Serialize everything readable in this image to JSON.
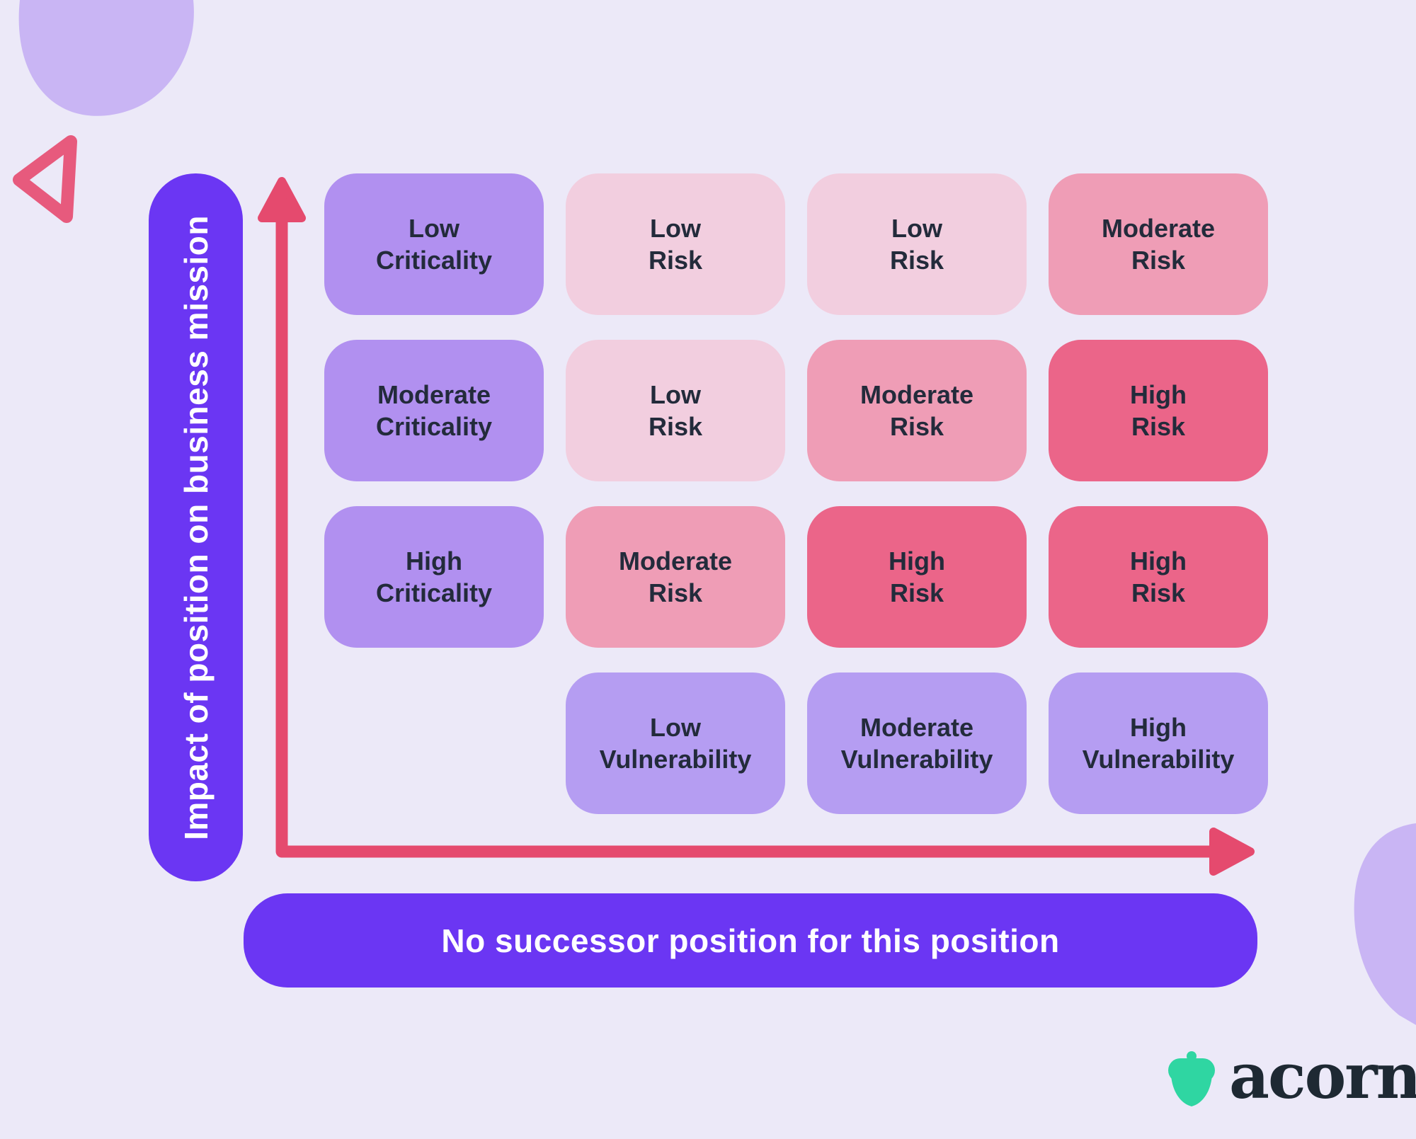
{
  "colors": {
    "background": "#ECE9F8",
    "blob": "#C9B5F4",
    "triangle_outline": "#E75A7D",
    "axis_bar": "#6B36F3",
    "axis_bar_text": "#FFFFFF",
    "arrow": "#E54A6E",
    "cell_text": "#232B3B",
    "criticality": "#B190F0",
    "risk_low": "#F2CEDF",
    "risk_moderate": "#EF9DB6",
    "risk_high": "#EB6589",
    "vulnerability": "#B59DF2",
    "logo_green": "#2FD6A2",
    "logo_text": "#1E2933"
  },
  "y_axis": {
    "label": "Impact of position on business mission"
  },
  "footer_bar": {
    "label": "No successor position for this position"
  },
  "logo": {
    "text": "acorn",
    "icon": "acorn-icon"
  },
  "matrix": {
    "rows": [
      {
        "cells": [
          {
            "text": "Low\nCriticality",
            "variant": "criticality"
          },
          {
            "text": "Low\nRisk",
            "variant": "risk-low"
          },
          {
            "text": "Low\nRisk",
            "variant": "risk-low"
          },
          {
            "text": "Moderate\nRisk",
            "variant": "risk-moderate"
          }
        ]
      },
      {
        "cells": [
          {
            "text": "Moderate\nCriticality",
            "variant": "criticality"
          },
          {
            "text": "Low\nRisk",
            "variant": "risk-low"
          },
          {
            "text": "Moderate\nRisk",
            "variant": "risk-moderate"
          },
          {
            "text": "High\nRisk",
            "variant": "risk-high"
          }
        ]
      },
      {
        "cells": [
          {
            "text": "High\nCriticality",
            "variant": "criticality"
          },
          {
            "text": "Moderate\nRisk",
            "variant": "risk-moderate"
          },
          {
            "text": "High\nRisk",
            "variant": "risk-high"
          },
          {
            "text": "High\nRisk",
            "variant": "risk-high"
          }
        ]
      },
      {
        "cells": [
          {
            "text": "Low\nVulnerability",
            "variant": "vulnerability"
          },
          {
            "text": "Moderate\nVulnerability",
            "variant": "vulnerability"
          },
          {
            "text": "High\nVulnerability",
            "variant": "vulnerability"
          }
        ]
      }
    ]
  }
}
